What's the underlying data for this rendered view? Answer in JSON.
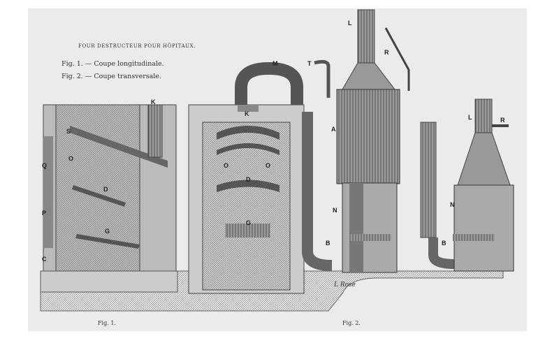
{
  "title": "FOUR DESTRUCTEUR POUR HÔPITAUX.",
  "legend": [
    "Fig. 1. — Coupe longitudinale.",
    "Fig. 2. — Coupe transversale."
  ],
  "captions": {
    "fig1": "Fig. 1.",
    "fig2": "Fig. 2."
  },
  "signature": "L Rose",
  "labels": {
    "fig1": {
      "K": "K",
      "S": "S",
      "Q": "Q",
      "O": "O",
      "D": "D",
      "P": "P",
      "G": "G",
      "C": "C"
    },
    "transverse": {
      "K": "K",
      "O1": "O",
      "O2": "O",
      "D": "D",
      "G": "G"
    },
    "tower": {
      "M": "M",
      "T": "T",
      "L": "L",
      "R": "R",
      "A": "A",
      "N": "N",
      "B": "B"
    },
    "small": {
      "L": "L",
      "R": "R",
      "N": "N",
      "B": "B"
    }
  }
}
